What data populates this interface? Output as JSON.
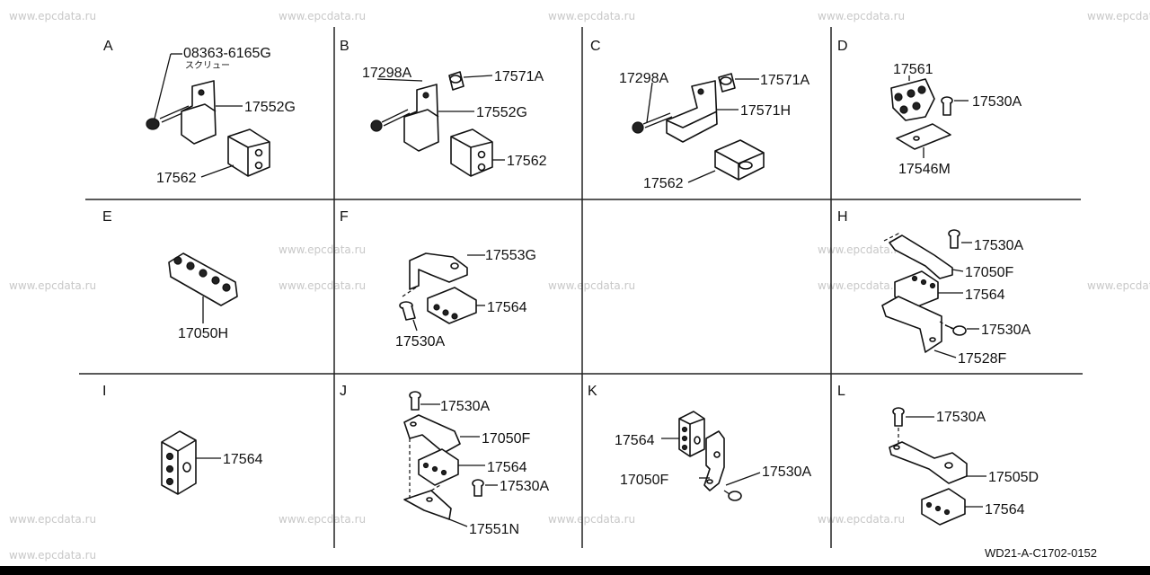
{
  "watermark": "www.epcdata.ru",
  "footer_code": "WD21-A-C1702-0152",
  "cells": {
    "A": {
      "letter": "A",
      "labels": [
        "08363-6165G",
        "スクリュー",
        "17552G",
        "17562"
      ]
    },
    "B": {
      "letter": "B",
      "labels": [
        "17298A",
        "17571A",
        "17552G",
        "17562"
      ]
    },
    "C": {
      "letter": "C",
      "labels": [
        "17298A",
        "17571A",
        "17571H",
        "17562"
      ]
    },
    "D": {
      "letter": "D",
      "labels": [
        "17561",
        "17530A",
        "17546M"
      ]
    },
    "E": {
      "letter": "E",
      "labels": [
        "17050H"
      ]
    },
    "F": {
      "letter": "F",
      "labels": [
        "17553G",
        "17564",
        "17530A"
      ]
    },
    "G": {
      "letter": "",
      "labels": []
    },
    "H": {
      "letter": "H",
      "labels": [
        "17530A",
        "17050F",
        "17564",
        "17530A",
        "17528F"
      ]
    },
    "I": {
      "letter": "I",
      "labels": [
        "17564"
      ]
    },
    "J": {
      "letter": "J",
      "labels": [
        "17530A",
        "17050F",
        "17564",
        "17530A",
        "17551N"
      ]
    },
    "K": {
      "letter": "K",
      "labels": [
        "17564",
        "17050F",
        "17530A"
      ]
    },
    "L": {
      "letter": "L",
      "labels": [
        "17530A",
        "17505D",
        "17564"
      ]
    }
  }
}
